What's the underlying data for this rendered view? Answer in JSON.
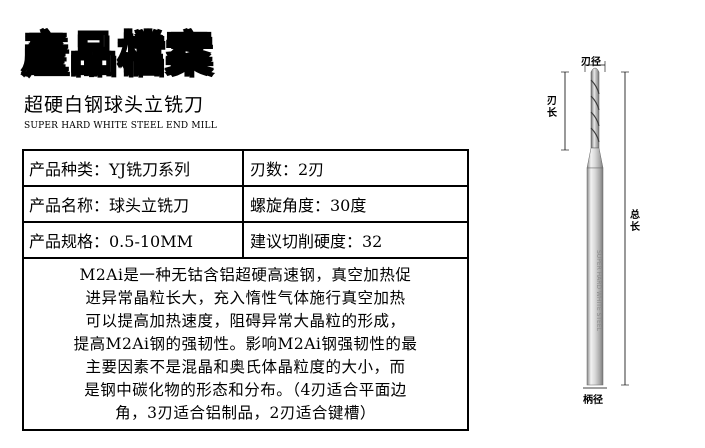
{
  "header": {
    "logo_text": "產品檔案",
    "subtitle_cn": "超硬白钢球头立铣刀",
    "subtitle_en": "SUPER HARD WHITE STEEL END MILL"
  },
  "specs": [
    {
      "left": "产品种类：YJ铣刀系列",
      "right": "刃数：2刃"
    },
    {
      "left": "产品名称：球头立铣刀",
      "right": "螺旋角度：30度"
    },
    {
      "left": "产品规格：0.5-10MM",
      "right": "建议切削硬度：32"
    }
  ],
  "description": [
    "M2Ai是一种无钴含铝超硬高速钢，真空加热促",
    "进异常晶粒长大，充入惰性气体施行真空加热",
    "可以提高加热速度，阻碍异常大晶粒的形成，",
    "提高M2Ai钢的强韧性。影响M2Ai钢强韧性的最",
    "主要因素不是混晶和奥氏体晶粒度的大小，而",
    "是钢中碳化物的形态和分布。（4刃适合平面边",
    "角，3刃适合铝制品，2刃适合键槽）"
  ],
  "diagram": {
    "blade_diameter_label": "刃径",
    "blade_length_label": "刃长",
    "total_length_label": "总长",
    "shank_diameter_label": "柄径",
    "shank_engraving": "SUPER HARD WHITE STEEL"
  }
}
